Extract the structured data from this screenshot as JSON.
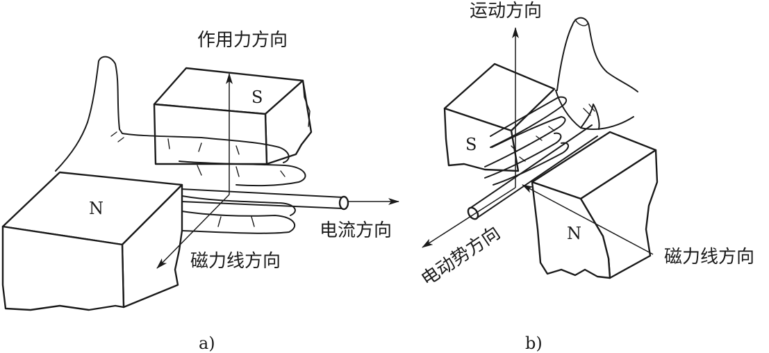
{
  "panel_a": {
    "label_force": "作用力方向",
    "label_current": "电流方向",
    "label_field": "磁力线方向",
    "pole_north": "N",
    "pole_south": "S",
    "caption": "a)"
  },
  "panel_b": {
    "label_motion": "运动方向",
    "label_emf": "电动势方向",
    "label_field": "磁力线方向",
    "pole_north": "N",
    "pole_south": "S",
    "caption": "b)"
  }
}
